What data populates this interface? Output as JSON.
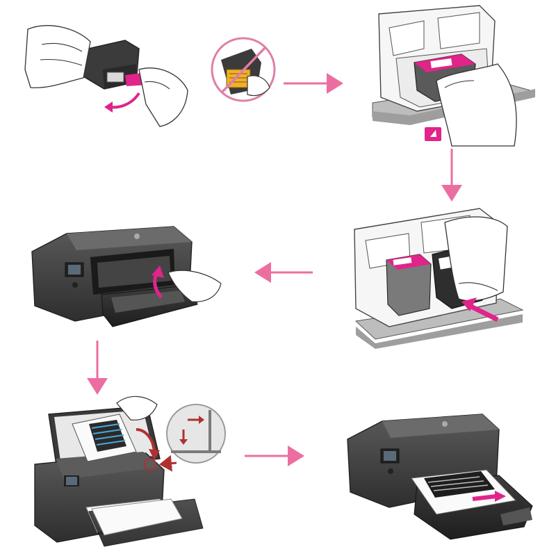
{
  "steps": [
    {
      "id": "remove-tape",
      "icon": "hand-pulling-tape-from-cartridge-icon"
    },
    {
      "id": "do-not-touch-contacts",
      "icon": "prohibited-touch-contacts-icon"
    },
    {
      "id": "insert-color-cartridge",
      "icon": "insert-tricolor-cartridge-icon"
    },
    {
      "id": "insert-black-cartridge",
      "icon": "insert-black-cartridge-icon"
    },
    {
      "id": "close-cartridge-door",
      "icon": "close-door-printer-icon"
    },
    {
      "id": "scan-alignment-page",
      "icon": "scanner-alignment-page-icon"
    },
    {
      "id": "print-alignment-page",
      "icon": "printer-output-page-icon"
    }
  ],
  "colors": {
    "arrow": "#ec6ea0",
    "magenta": "#e0248a",
    "red_arrow": "#c0392b",
    "printer_dark": "#4a4a4a",
    "printer_mid": "#6b6b6b",
    "outline": "#3a3a3a"
  },
  "flow": [
    "right",
    "down",
    "left",
    "down",
    "right"
  ]
}
